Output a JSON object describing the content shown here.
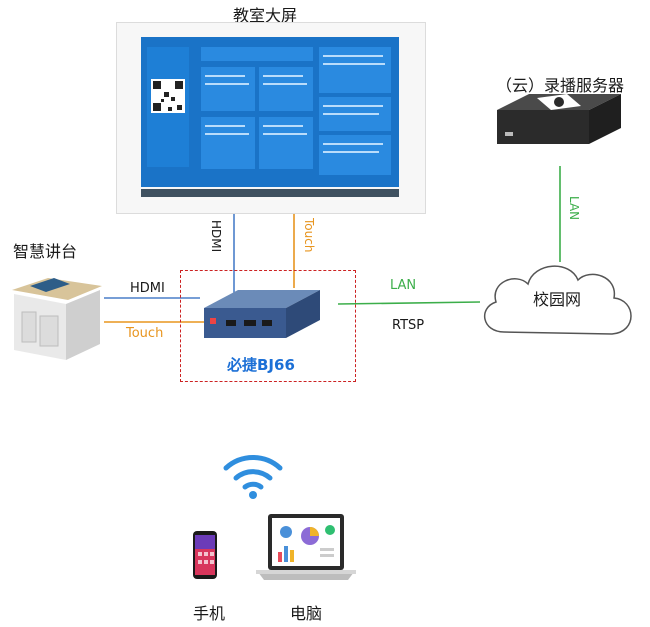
{
  "labels": {
    "classroom_screen": "教室大屏",
    "recording_server": "（云）录播服务器",
    "smart_podium": "智慧讲台",
    "campus_network": "校园网",
    "device_name": "必捷BJ66",
    "phone": "手机",
    "computer": "电脑"
  },
  "connections": {
    "screen_hdmi": "HDMI",
    "screen_touch": "Touch",
    "podium_hdmi": "HDMI",
    "podium_touch": "Touch",
    "network_lan": "LAN",
    "network_rtsp": "RTSP",
    "server_lan": "LAN"
  },
  "colors": {
    "hdmi_line": "#4a7fc9",
    "touch_line": "#e8951f",
    "lan_line": "#3cae4a",
    "dashed_box": "#cc2222",
    "device_label": "#1b6fd6",
    "screen_bg": "#1a73c7"
  }
}
